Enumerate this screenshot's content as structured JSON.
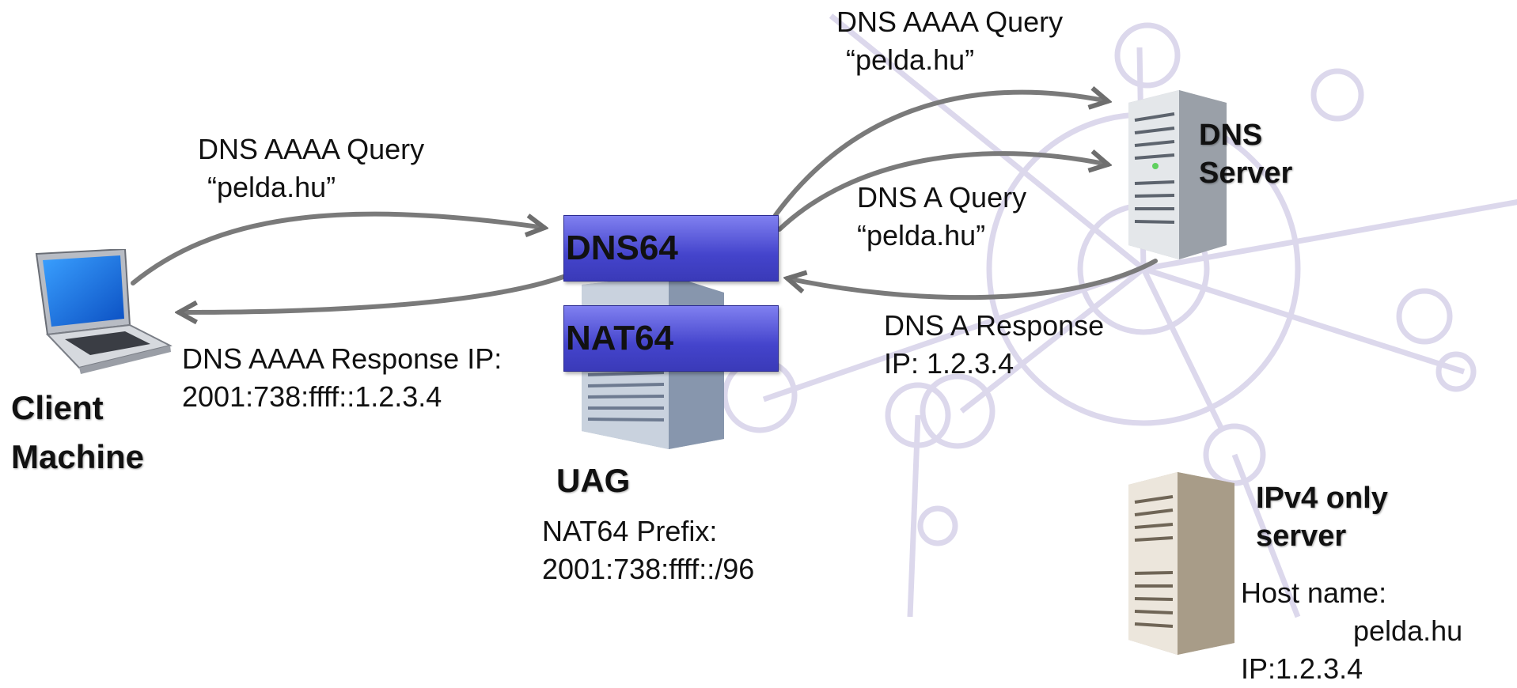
{
  "nodes": {
    "client": {
      "line1": "Client",
      "line2": "Machine"
    },
    "dns_server": {
      "line1": "DNS",
      "line2": "Server"
    },
    "uag": {
      "label": "UAG",
      "prefix_label": "NAT64 Prefix:",
      "prefix_value": "2001:738:ffff::/96"
    },
    "dns64": {
      "label": "DNS64"
    },
    "nat64": {
      "label": "NAT64"
    },
    "ipv4_server": {
      "line1": "IPv4 only",
      "line2": "server",
      "host_label": "Host name:",
      "host_value": "pelda.hu",
      "ip_label": "IP:",
      "ip_value": "1.2.3.4"
    }
  },
  "messages": {
    "client_query": {
      "line1": "DNS AAAA Query",
      "line2": "“pelda.hu”"
    },
    "client_response": {
      "line1": "DNS AAAA Response IP:",
      "line2": "2001:738:ffff::1.2.3.4"
    },
    "aaaa_upstream": {
      "line1": "DNS AAAA Query",
      "line2": "“pelda.hu”"
    },
    "a_query": {
      "line1": "DNS A Query",
      "line2": "“pelda.hu”"
    },
    "a_response": {
      "line1": "DNS A Response",
      "line2": "IP: 1.2.3.4"
    }
  },
  "colors": {
    "dns64_box": "#4a4ad0",
    "arrow": "#777777",
    "background_pattern": "#dcd8ec"
  }
}
